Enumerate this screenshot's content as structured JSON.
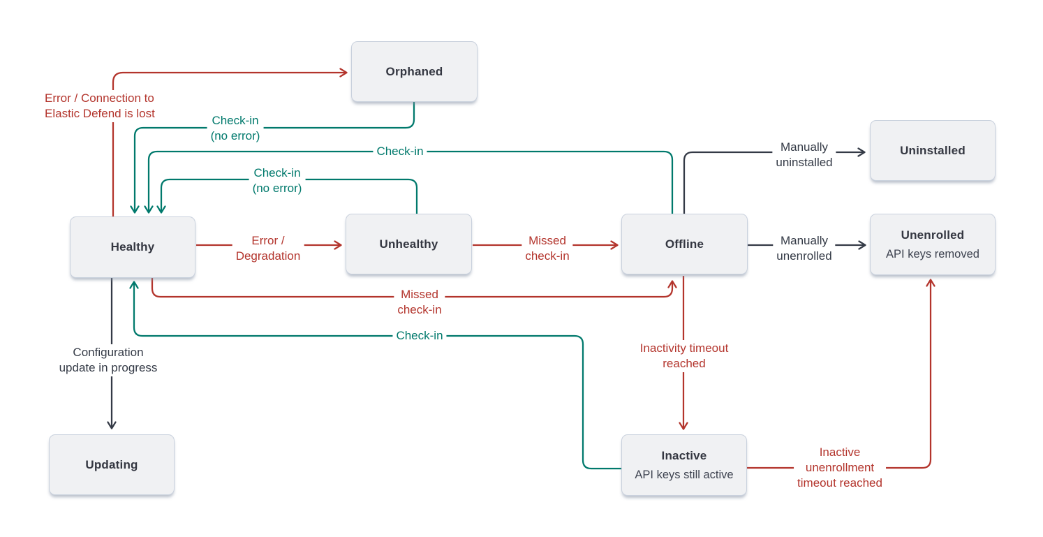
{
  "colors": {
    "background": "#ffffff",
    "red": "#b3342c",
    "teal": "#00796c",
    "dark": "#343a46",
    "node_fill": "#f0f1f3",
    "node_border": "#c9d1dd",
    "node_text": "#343741"
  },
  "nodes": {
    "orphaned": {
      "label": "Orphaned"
    },
    "healthy": {
      "label": "Healthy"
    },
    "unhealthy": {
      "label": "Unhealthy"
    },
    "offline": {
      "label": "Offline"
    },
    "uninstalled": {
      "label": "Uninstalled"
    },
    "unenrolled": {
      "label": "Unenrolled",
      "sublabel": "API keys removed"
    },
    "updating": {
      "label": "Updating"
    },
    "inactive": {
      "label": "Inactive",
      "sublabel": "API keys still active"
    }
  },
  "edges": {
    "healthy_to_orphaned": {
      "from": "healthy",
      "to": "orphaned",
      "color": "red",
      "lines": [
        "Error / Connection to",
        "Elastic Defend is lost"
      ]
    },
    "orphaned_to_healthy": {
      "from": "orphaned",
      "to": "healthy",
      "color": "teal",
      "lines": [
        "Check-in",
        "(no error)"
      ]
    },
    "offline_to_healthy": {
      "from": "offline",
      "to": "healthy",
      "color": "teal",
      "lines": [
        "Check-in"
      ]
    },
    "unhealthy_to_healthy": {
      "from": "unhealthy",
      "to": "healthy",
      "color": "teal",
      "lines": [
        "Check-in",
        "(no error)"
      ]
    },
    "healthy_to_unhealthy": {
      "from": "healthy",
      "to": "unhealthy",
      "color": "red",
      "lines": [
        "Error /",
        "Degradation"
      ]
    },
    "unhealthy_to_offline": {
      "from": "unhealthy",
      "to": "offline",
      "color": "red",
      "lines": [
        "Missed",
        "check-in"
      ]
    },
    "healthy_to_offline": {
      "from": "healthy",
      "to": "offline",
      "color": "red",
      "lines": [
        "Missed",
        "check-in"
      ]
    },
    "inactive_to_healthy": {
      "from": "inactive",
      "to": "healthy",
      "color": "teal",
      "lines": [
        "Check-in"
      ]
    },
    "healthy_to_updating": {
      "from": "healthy",
      "to": "updating",
      "color": "dark",
      "lines": [
        "Configuration",
        "update in progress"
      ]
    },
    "offline_to_uninstalled": {
      "from": "offline",
      "to": "uninstalled",
      "color": "dark",
      "lines": [
        "Manually",
        "uninstalled"
      ]
    },
    "offline_to_unenrolled": {
      "from": "offline",
      "to": "unenrolled",
      "color": "dark",
      "lines": [
        "Manually",
        "unenrolled"
      ]
    },
    "offline_to_inactive": {
      "from": "offline",
      "to": "inactive",
      "color": "red",
      "lines": [
        "Inactivity timeout",
        "reached"
      ]
    },
    "inactive_to_unenrolled": {
      "from": "inactive",
      "to": "unenrolled",
      "color": "red",
      "lines": [
        "Inactive",
        "unenrollment",
        "timeout reached"
      ]
    }
  }
}
